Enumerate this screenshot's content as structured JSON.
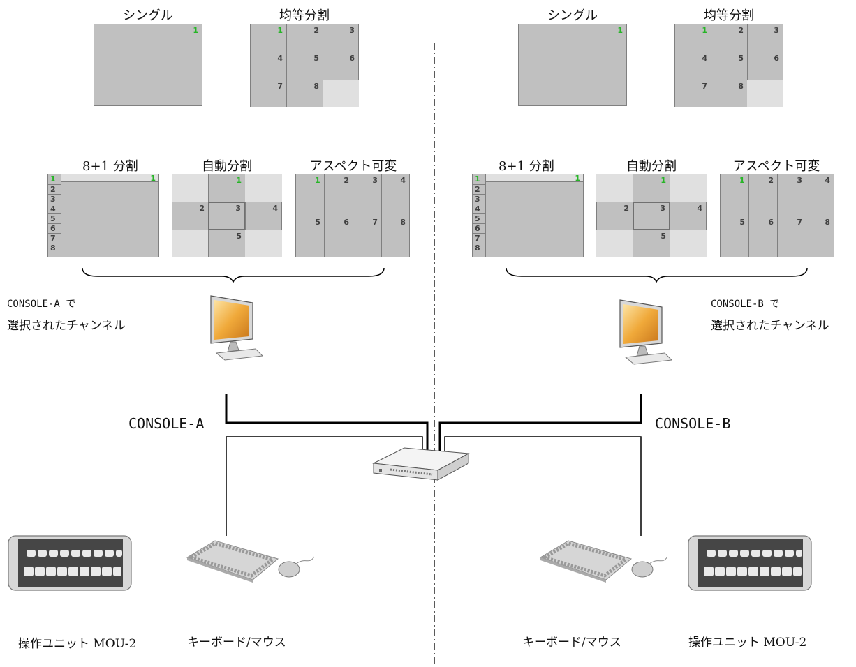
{
  "sides": [
    {
      "id": "a",
      "console_label": "CONSOLE-A",
      "selection_caption_line1": "CONSOLE-A で",
      "selection_caption_line2": "選択されたチャンネル",
      "unit_label": "操作ユニット MOU-2",
      "keyboard_label": "キーボード/マウス"
    },
    {
      "id": "b",
      "console_label": "CONSOLE-B",
      "selection_caption_line1": "CONSOLE-B で",
      "selection_caption_line2": "選択されたチャンネル",
      "unit_label": "操作ユニット MOU-2",
      "keyboard_label": "キーボード/マウス"
    }
  ],
  "layouts": {
    "single": {
      "title": "シングル",
      "channels": [
        "1"
      ],
      "active": "1"
    },
    "equal": {
      "title": "均等分割",
      "channels": [
        "1",
        "2",
        "3",
        "4",
        "5",
        "6",
        "7",
        "8"
      ],
      "active": "1"
    },
    "eight_plus_one": {
      "title": "8+1 分割",
      "channels": [
        "1",
        "2",
        "3",
        "4",
        "5",
        "6",
        "7",
        "8"
      ],
      "main": "1",
      "active": "1"
    },
    "auto": {
      "title": "自動分割",
      "channels": [
        "1",
        "2",
        "3",
        "4",
        "5"
      ],
      "active": "1"
    },
    "aspect": {
      "title": "アスペクト可変",
      "channels": [
        "1",
        "2",
        "3",
        "4",
        "5",
        "6",
        "7",
        "8"
      ],
      "active": "1"
    }
  },
  "colors": {
    "active_channel": "#26b526",
    "cell": "#c0c0c0",
    "cell_light": "#e0e0e0",
    "cell_border": "#808080"
  },
  "icons": {
    "monitor": "monitor-icon",
    "switch": "network-switch-icon",
    "control_unit": "control-unit-icon",
    "keyboard": "keyboard-icon",
    "mouse": "mouse-icon"
  }
}
